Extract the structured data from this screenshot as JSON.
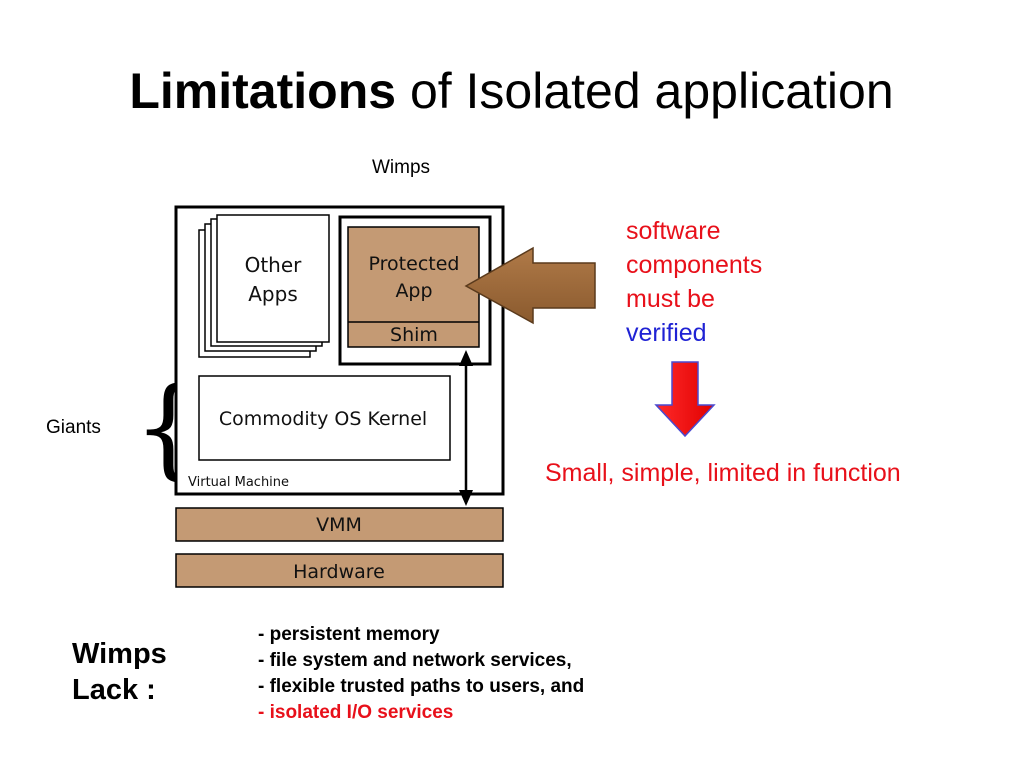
{
  "title": {
    "bold": "Limitations",
    "rest": " of Isolated application"
  },
  "diagram": {
    "wimps_label": "Wimps",
    "giants_label": "Giants",
    "brace": "{",
    "other_apps": [
      "Other",
      "Apps"
    ],
    "protected_app": [
      "Protected",
      "App"
    ],
    "shim": "Shim",
    "kernel": "Commodity OS Kernel",
    "virtual_machine": "Virtual Machine",
    "vmm": "VMM",
    "hardware": "Hardware"
  },
  "callout": {
    "line1": "software",
    "line2": "components",
    "line3": "must be",
    "line4": "verified",
    "result": "Small, simple,  limited in function"
  },
  "lack": {
    "title_line1": "Wimps",
    "title_line2": "Lack :",
    "items": [
      "- persistent memory",
      "- file system and network services,",
      "- flexible trusted paths to users, and",
      "- isolated I/O services"
    ]
  },
  "colors": {
    "brown_box": "#c49a74",
    "arrow_brown": "#9b6a3c",
    "arrow_red": "#ee1111",
    "red_text": "#e8101a",
    "blue_text": "#1f22d4"
  }
}
